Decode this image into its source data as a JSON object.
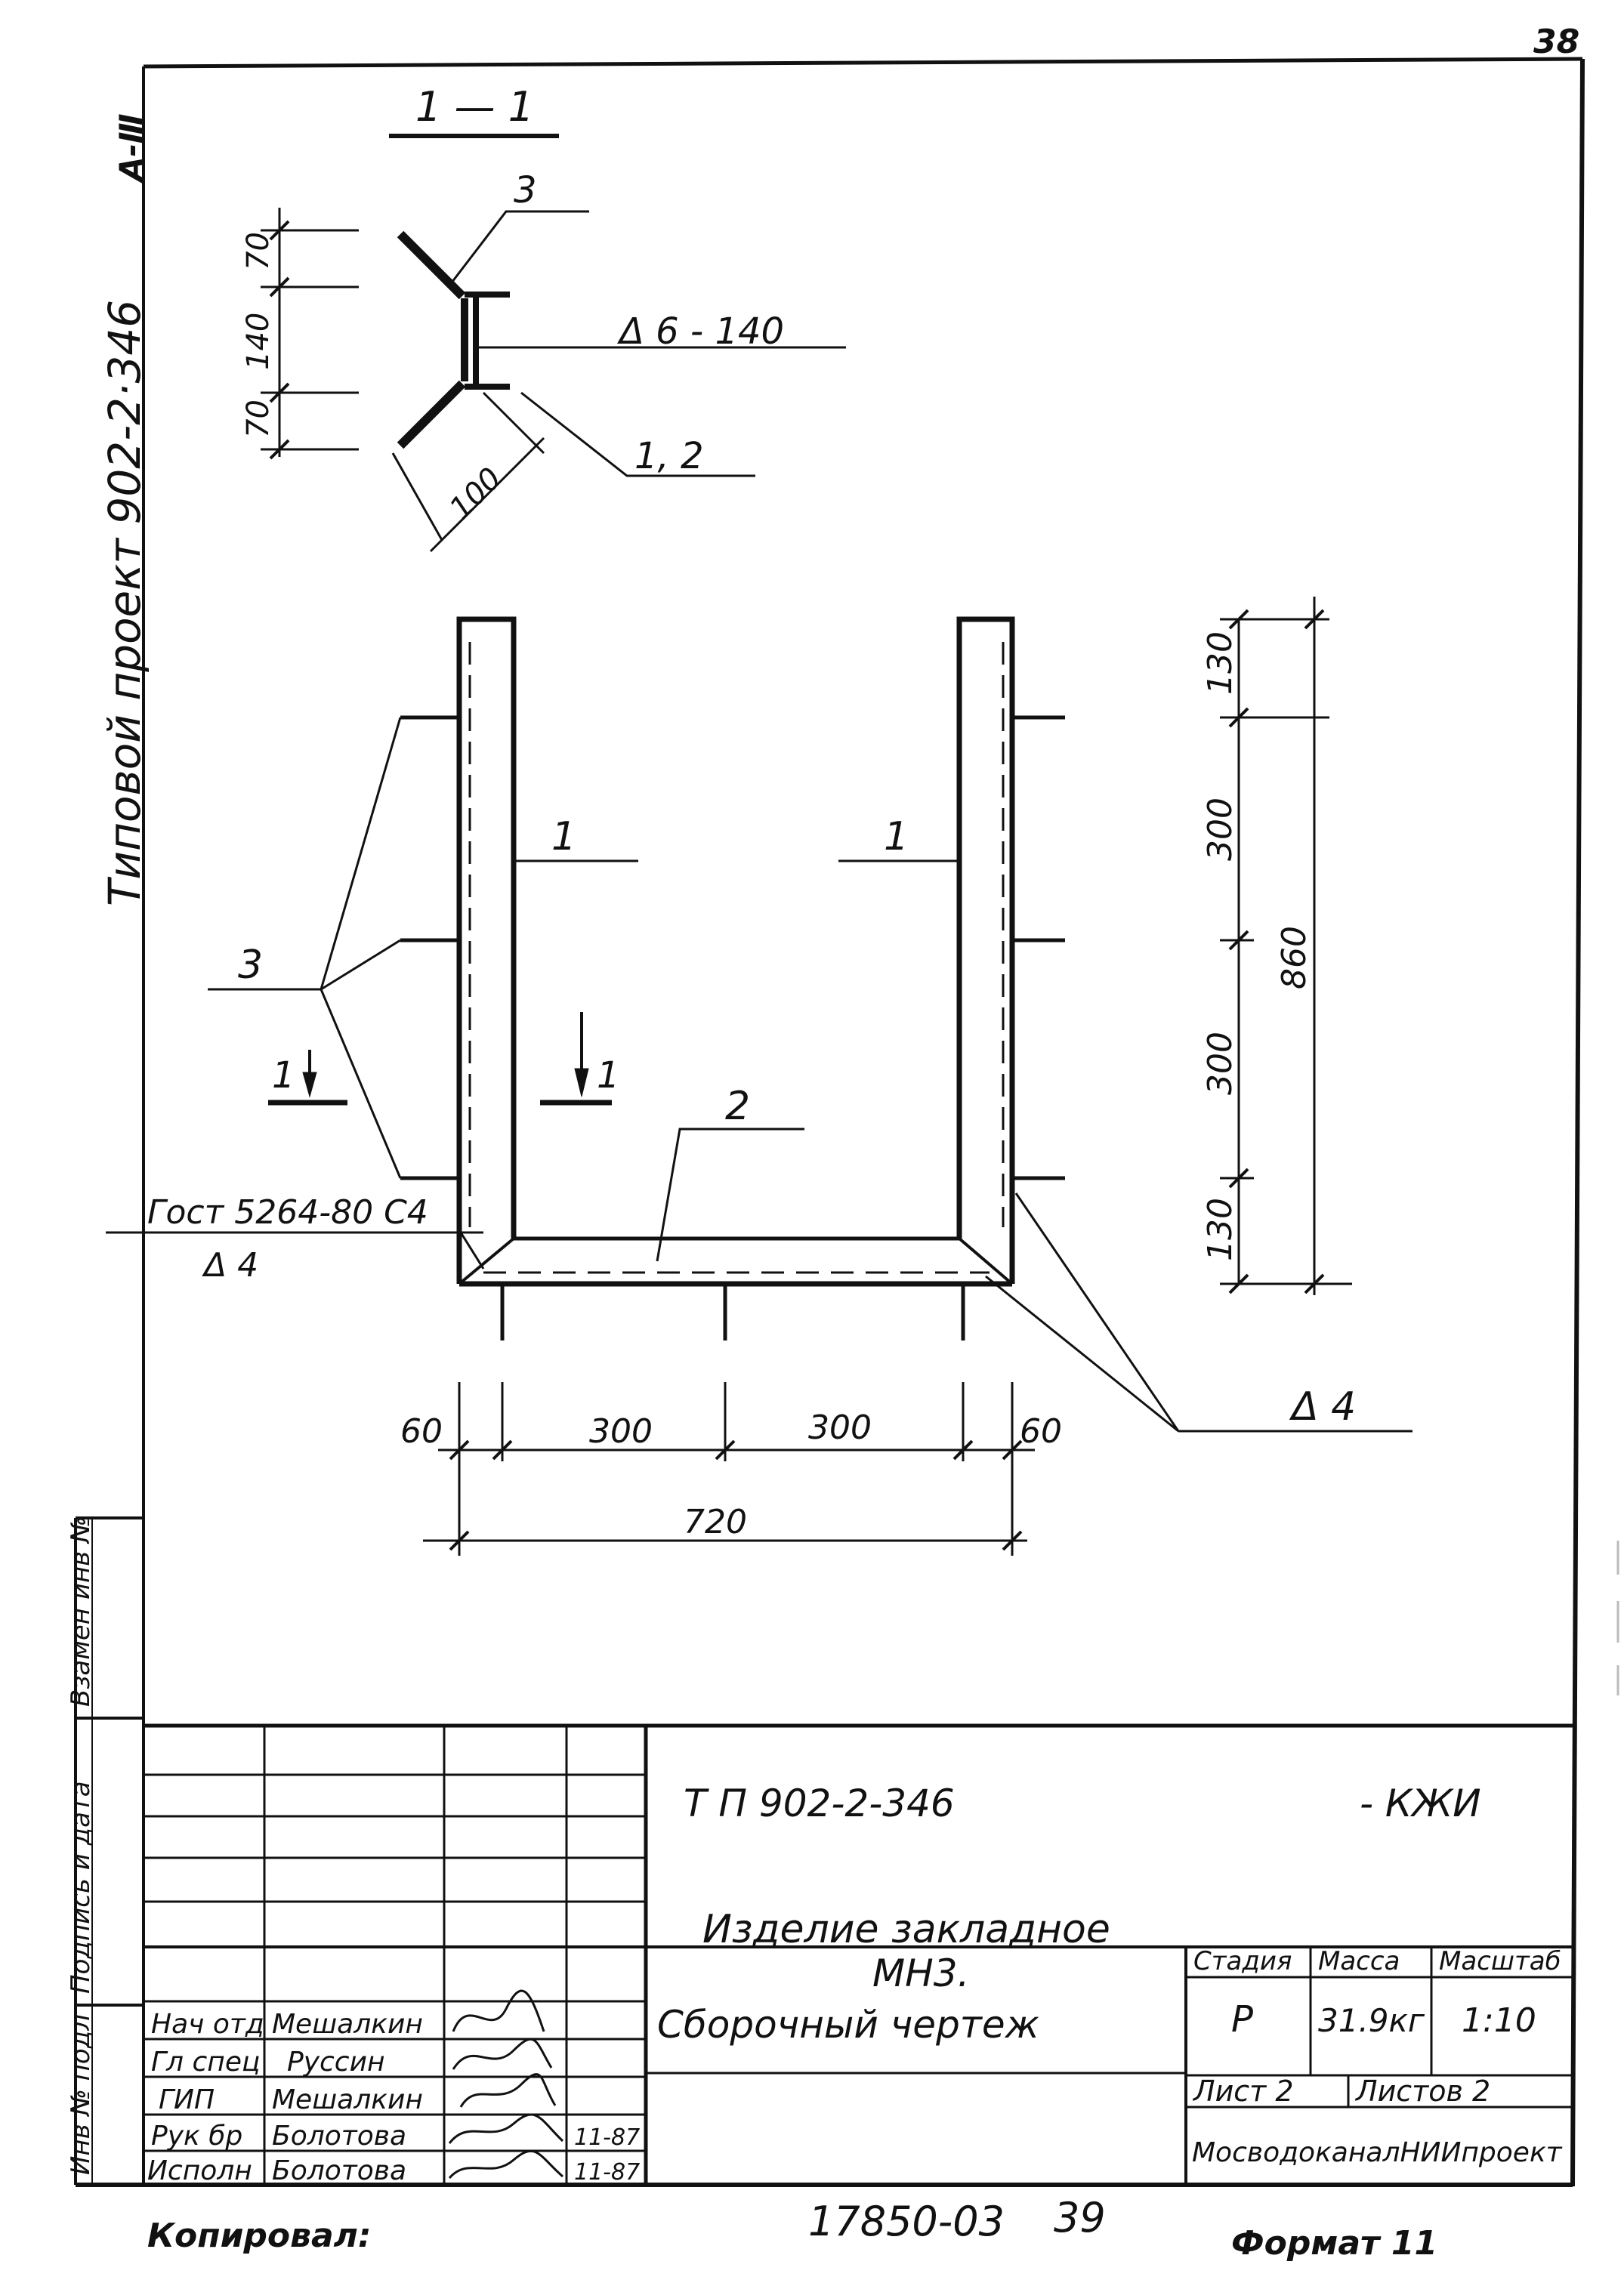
{
  "sheet": {
    "page_number": "38",
    "format_mark": "А-Ⅲ",
    "side_title": "Типовой проект 902-2·346",
    "doc_code": "17850-03",
    "doc_page": "39",
    "copied_label": "Копировал:",
    "format_label": "Формат 11"
  },
  "section": {
    "title": "1 — 1",
    "part_3": "3",
    "part_12": "1, 2",
    "weld": "Δ 6 - 140",
    "dim_70_top": "70",
    "dim_140": "140",
    "dim_70_bottom": "70",
    "dim_100": "100"
  },
  "elevation": {
    "part_1_left": "1",
    "part_1_right": "1",
    "part_2": "2",
    "part_3": "3",
    "cut_left": "1",
    "cut_right": "1",
    "weld_standard": "Гост 5264-80 С4",
    "weld_left": "Δ 4",
    "weld_right": "Δ 4",
    "dim_130_top": "130",
    "dim_300_upper": "300",
    "dim_300_lower": "300",
    "dim_130_bottom": "130",
    "dim_860": "860",
    "dim_60_left": "60",
    "dim_300_left": "300",
    "dim_300_right": "300",
    "dim_60_right": "60",
    "dim_720": "720"
  },
  "side_stamp": {
    "cell_1": "Взамен инв №",
    "cell_2": "Подпись и дата",
    "cell_3": "Инв № подл"
  },
  "title_block": {
    "project_code": "Т П 902-2-346",
    "suffix": "- КЖИ",
    "product_name": "Изделие закладное",
    "product_mark": "МН3.",
    "drawing_type": "Сборочный чертеж",
    "stage_label": "Стадия",
    "mass_label": "Масса",
    "scale_label": "Масштаб",
    "stage": "Р",
    "mass": "31.9кг",
    "scale": "1:10",
    "sheet_label": "Лист 2",
    "sheets_label": "Листов 2",
    "organization": "МосводоканалНИИпроект",
    "staff": [
      {
        "role": "Нач отд",
        "name": "Мешалкин",
        "date": ""
      },
      {
        "role": "Гл спец",
        "name": "Руссин",
        "date": ""
      },
      {
        "role": "ГИП",
        "name": "Мешалкин",
        "date": ""
      },
      {
        "role": "Рук бр",
        "name": "Болотова",
        "date": "11-87"
      },
      {
        "role": "Исполн",
        "name": "Болотова",
        "date": "11-87"
      }
    ]
  }
}
